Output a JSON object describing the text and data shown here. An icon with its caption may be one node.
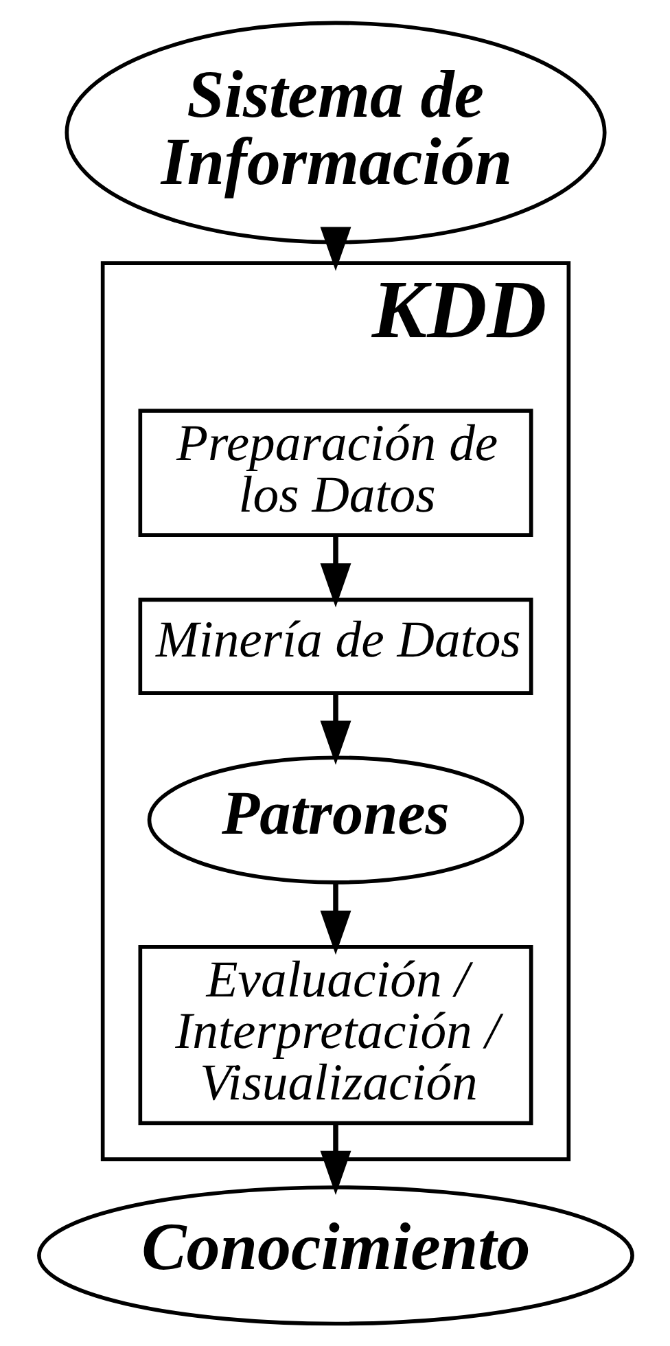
{
  "diagram": {
    "nodes": [
      {
        "text": [
          "Sistema de Información"
        ]
      },
      {
        "text": [
          "KDD"
        ]
      },
      {
        "text": [
          "Preparación de los Datos"
        ],
        "in": 1
      },
      {
        "text": [
          "Minería de Datos"
        ],
        "in": 1
      },
      {
        "text": [
          "Patrones"
        ],
        "in": 1
      },
      {
        "text": [
          "Evaluación / Interpretación / Visualización"
        ],
        "in": 1
      },
      {
        "text": [
          "Conocimiento"
        ]
      }
    ],
    "edges": [
      {
        "from": 0,
        "to": 1,
        "arrow": "to"
      },
      {
        "from": 2,
        "to": 3,
        "arrow": "to"
      },
      {
        "from": 3,
        "to": 4,
        "arrow": "to"
      },
      {
        "from": 4,
        "to": 5,
        "arrow": "to"
      },
      {
        "from": 5,
        "to": 6,
        "arrow": "to"
      }
    ]
  }
}
